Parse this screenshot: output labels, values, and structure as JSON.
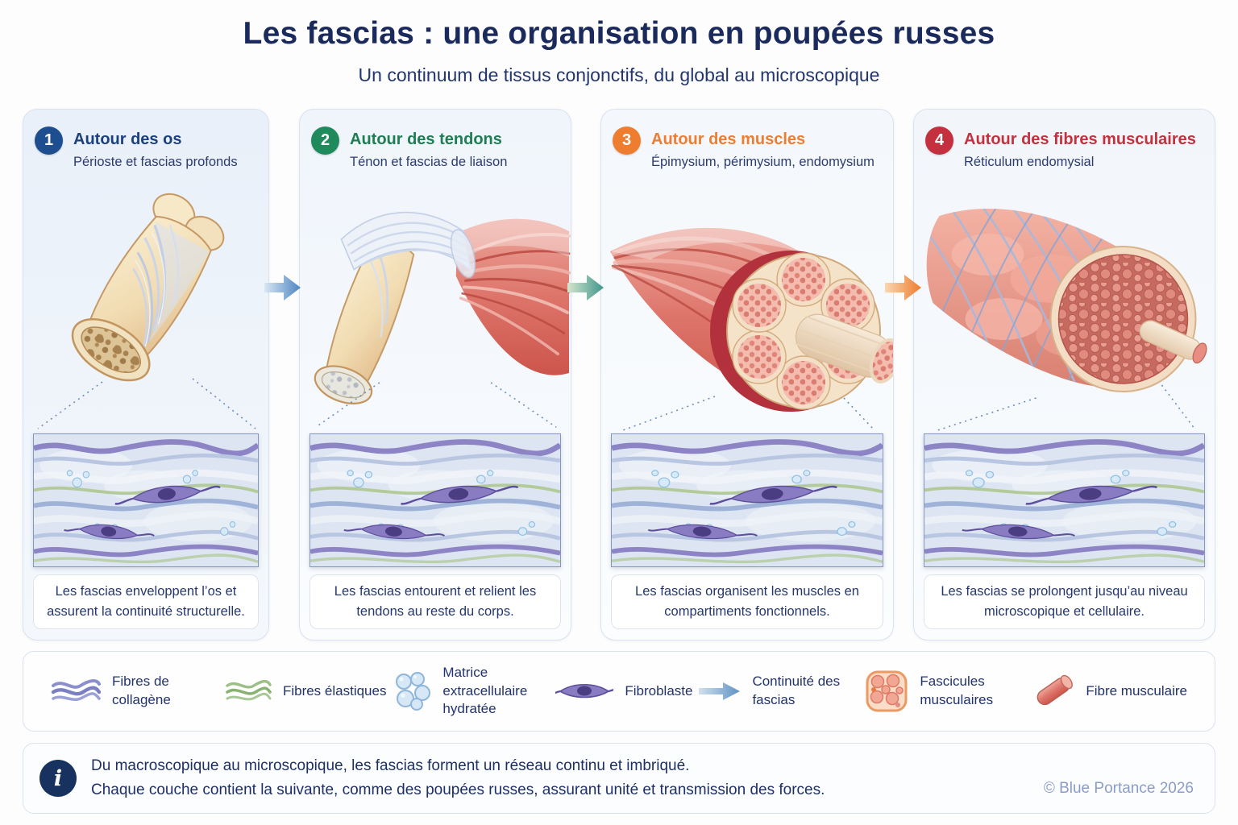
{
  "page": {
    "title": "Les fascias : une organisation en poupées russes",
    "subtitle": "Un continuum de tissus conjonctifs, du global au microscopique"
  },
  "panels": [
    {
      "number": "1",
      "title": "Autour des os",
      "subtitle": "Périoste et fascias profonds",
      "caption": "Les fascias enveloppent l’os et assurent la continuité structurelle.",
      "accent_color": "#1d4e90",
      "illustration": "bone-with-periosteum"
    },
    {
      "number": "2",
      "title": "Autour des tendons",
      "subtitle": "Ténon et fascias de liaison",
      "caption": "Les fascias entourent et relient les tendons au reste du corps.",
      "accent_color": "#1f8a5c",
      "illustration": "bone-tendon-muscle-junction"
    },
    {
      "number": "3",
      "title": "Autour des muscles",
      "subtitle": "Épimysium, périmysium, endomysium",
      "caption": "Les fascias organisent les muscles en compartiments fonctionnels.",
      "accent_color": "#ee7d2f",
      "illustration": "muscle-cross-section-fascicles"
    },
    {
      "number": "4",
      "title": "Autour des fibres musculaires",
      "subtitle": "Réticulum endomysial",
      "caption": "Les fascias se prolongent jusqu’au niveau microscopique et cellulaire.",
      "accent_color": "#c5303e",
      "illustration": "fascicle-with-fiber"
    }
  ],
  "legend": {
    "items": [
      {
        "icon": "collagen-fibers-icon",
        "label": "Fibres de collagène"
      },
      {
        "icon": "elastic-fibers-icon",
        "label": "Fibres élastiques"
      },
      {
        "icon": "hydrated-matrix-icon",
        "label": "Matrice extracellulaire hydratée"
      },
      {
        "icon": "fibroblast-icon",
        "label": "Fibroblaste"
      },
      {
        "icon": "continuity-arrow-icon",
        "label": "Continuité des fascias"
      },
      {
        "icon": "muscle-fascicles-icon",
        "label": "Fascicules musculaires"
      },
      {
        "icon": "muscle-fiber-icon",
        "label": "Fibre musculaire"
      }
    ]
  },
  "footer": {
    "info_glyph": "i",
    "line1": "Du macroscopique au microscopique, les fascias forment un réseau continu et imbriqué.",
    "line2": "Chaque couche contient la suivante, comme des poupées russes, assurant unité et transmission des forces.",
    "credit": "© Blue Portance 2026"
  },
  "colors": {
    "title_navy": "#1b2a5c",
    "body_navy": "#22336b",
    "panel1_accent": "#1d4e90",
    "panel2_accent": "#1f8a5c",
    "panel3_accent": "#ee7d2f",
    "panel4_accent": "#c5303e",
    "arrow1": "#4e86c2",
    "arrow2": "#3f968d",
    "arrow3": "#ee7d2f",
    "credit_blue": "#8b9cc7"
  }
}
